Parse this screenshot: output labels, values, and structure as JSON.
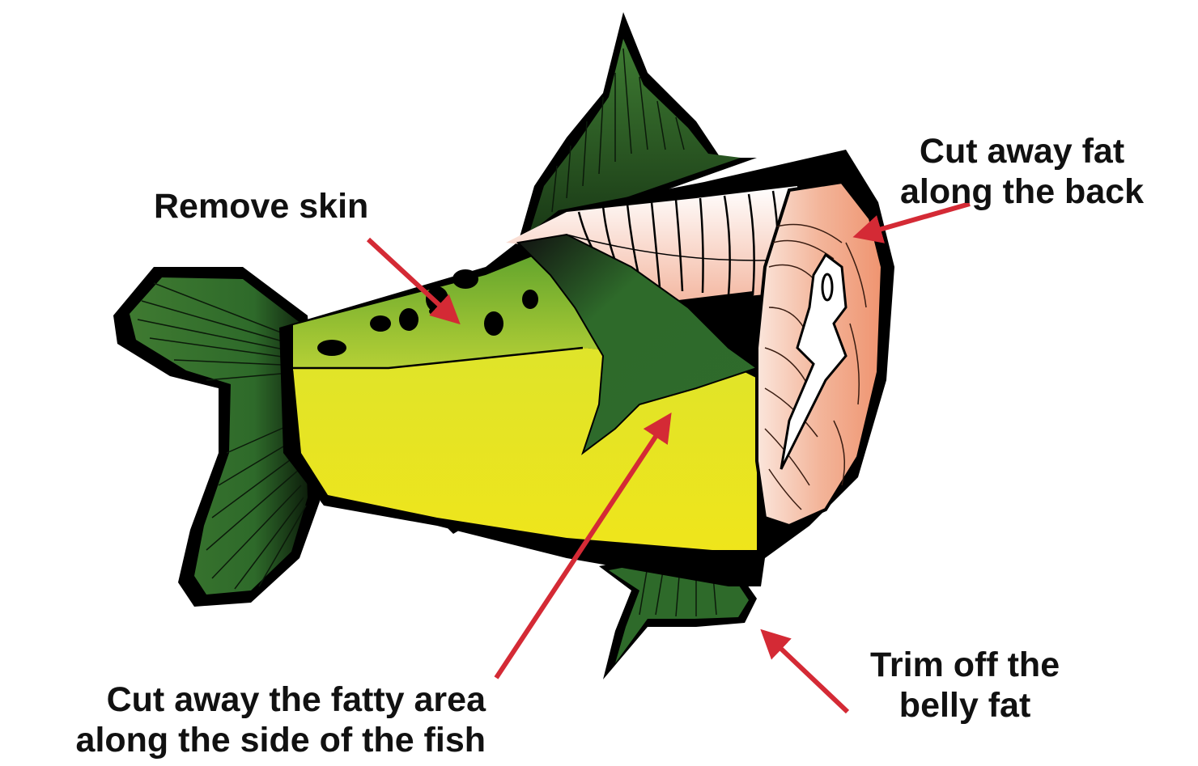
{
  "labels": {
    "remove_skin": "Remove skin",
    "back_fat": [
      "Cut away fat",
      "along the back"
    ],
    "side_fat": [
      "Cut away the fatty area",
      "along the side of the fish"
    ],
    "belly_fat": [
      "Trim off the",
      "belly fat"
    ]
  },
  "colors": {
    "arrow": "#d42a35",
    "outline": "#000000",
    "fin_green": "#2e6a2a",
    "skin_green": "#8fbf3a",
    "skin_yellow": "#ece61e",
    "flesh": "#f1a689"
  }
}
